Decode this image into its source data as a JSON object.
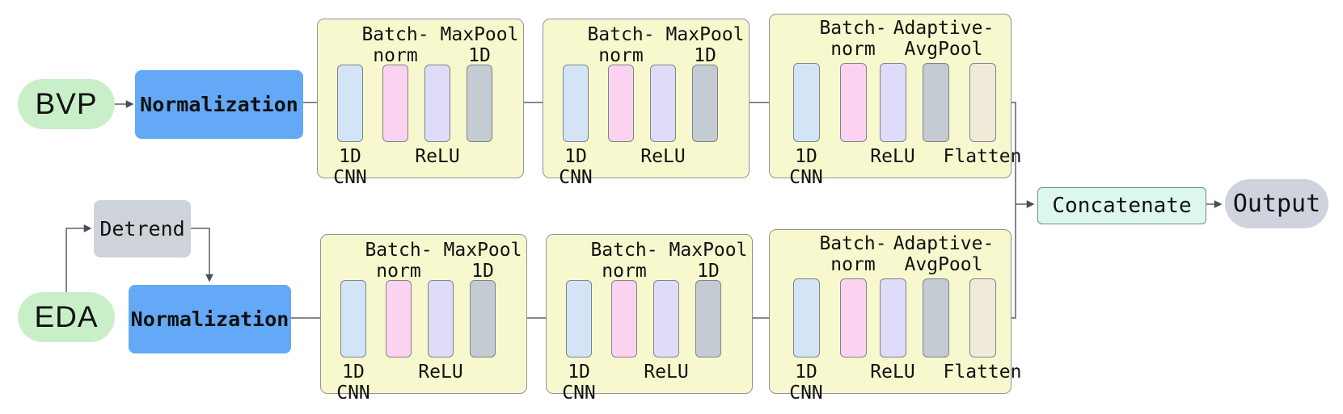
{
  "diagram": {
    "inputs": {
      "bvp": "BVP",
      "eda": "EDA"
    },
    "preprocessing": {
      "normalization_top": "Normalization",
      "normalization_bottom": "Normalization",
      "detrend": "Detrend"
    },
    "block_labels": {
      "cnn": "1D\nCNN",
      "batchnorm": "Batch-\nnorm",
      "relu": "ReLU",
      "maxpool": "MaxPool\n1D",
      "adaptive_avgpool": "Adaptive-\nAvgPool",
      "flatten": "Flatten"
    },
    "merge": {
      "concatenate": "Concatenate",
      "output": "Output"
    },
    "colors": {
      "input_pill": "#c9efc9",
      "normalization_box": "#63a9f7",
      "detrend_box": "#ced3da",
      "stage_background": "#f8f8ce",
      "cnn_bar": "#d4e4f7",
      "batchnorm_bar": "#fbd3f0",
      "relu_bar": "#dedcf8",
      "pool_bar": "#c5cbd3",
      "flatten_bar": "#f0ead9",
      "concatenate_box": "#dcf8ee",
      "output_pill": "#ced3de",
      "wire": "#5a6068"
    }
  }
}
